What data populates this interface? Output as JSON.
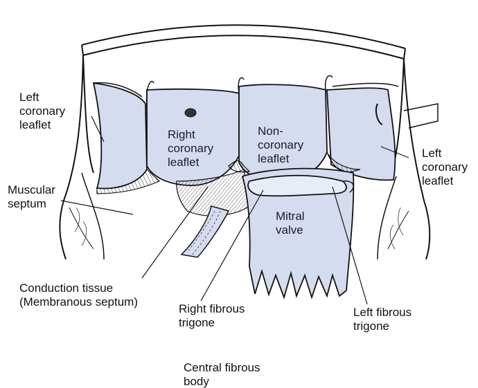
{
  "colors": {
    "tissue_fill": "#d6dcef",
    "outline": "#111111",
    "hatch": "#333333",
    "background": "#ffffff"
  },
  "labels": {
    "left_coronary_leaflet_left": "Left\ncoronary\nleaflet",
    "right_coronary_leaflet": "Right\ncoronary\nleaflet",
    "non_coronary_leaflet": "Non-\ncoronary\nleaflet",
    "left_coronary_leaflet_right": "Left\ncoronary\nleaflet",
    "muscular_septum": "Muscular\nseptum",
    "mitral_valve": "Mitral\nvalve",
    "conduction_tissue": "Conduction tissue\n(Membranous septum)",
    "right_fibrous_trigone": "Right fibrous\ntrigone",
    "left_fibrous_trigone": "Left fibrous\ntrigone",
    "central_fibrous_body": "Central fibrous\nbody"
  }
}
